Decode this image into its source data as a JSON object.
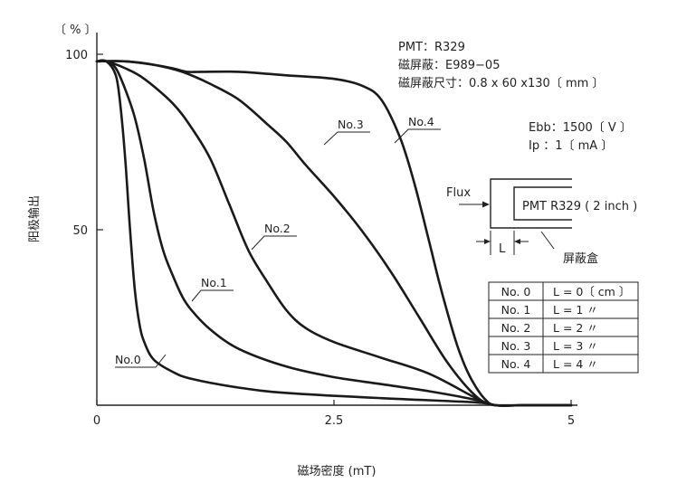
{
  "chart_data": {
    "type": "line",
    "title": "",
    "xlabel": "磁场密度 (mT)",
    "ylabel": "阳极输出",
    "yunit": "〔 % 〕",
    "xlim": [
      0,
      5
    ],
    "ylim": [
      0,
      100
    ],
    "xticks": [
      "0",
      "2.5",
      "5"
    ],
    "yticks": [
      "50",
      "100"
    ],
    "grid": false,
    "series": [
      {
        "name": "No.0",
        "x": [
          0,
          0.1,
          0.2,
          0.25,
          0.3,
          0.35,
          0.4,
          0.45,
          0.5,
          0.6,
          0.8,
          1.0,
          1.5,
          2.0,
          3.0,
          4.0,
          4.2,
          4.5,
          5.0
        ],
        "y": [
          98,
          98,
          94,
          85,
          70,
          50,
          33,
          23,
          18,
          13,
          9.5,
          7.5,
          5,
          3.5,
          2,
          0.8,
          0,
          0,
          0
        ]
      },
      {
        "name": "No.1",
        "x": [
          0,
          0.1,
          0.2,
          0.3,
          0.4,
          0.5,
          0.6,
          0.7,
          0.8,
          0.9,
          1.0,
          1.2,
          1.5,
          2.0,
          2.5,
          3.0,
          3.5,
          4.0,
          4.2,
          4.5,
          5.0
        ],
        "y": [
          98,
          98,
          96,
          90,
          82,
          70,
          55,
          44,
          37,
          31,
          27,
          21.5,
          16,
          11,
          8,
          6,
          4,
          1.5,
          0,
          0,
          0
        ]
      },
      {
        "name": "No.2",
        "x": [
          0,
          0.1,
          0.3,
          0.5,
          0.8,
          1.0,
          1.2,
          1.4,
          1.6,
          1.8,
          2.0,
          2.2,
          2.5,
          3.0,
          3.5,
          4.0,
          4.2,
          4.5,
          5.0
        ],
        "y": [
          98,
          98,
          96,
          93,
          86,
          79,
          70,
          57,
          44,
          35,
          27,
          22,
          18,
          13.5,
          9,
          2,
          0,
          0,
          0
        ]
      },
      {
        "name": "No.3",
        "x": [
          0,
          0.3,
          0.6,
          0.9,
          1.2,
          1.5,
          1.8,
          2.0,
          2.2,
          2.5,
          2.8,
          3.1,
          3.4,
          3.7,
          4.0,
          4.2,
          4.5,
          5.0
        ],
        "y": [
          98,
          98,
          97,
          95,
          91.5,
          87,
          80,
          75,
          68.5,
          59.5,
          49.5,
          38,
          25,
          12,
          2.5,
          0,
          0,
          0
        ]
      },
      {
        "name": "No.4",
        "x": [
          0,
          0.3,
          0.6,
          0.8,
          0.95,
          1.1,
          1.5,
          2.0,
          2.5,
          2.8,
          3.0,
          3.2,
          3.35,
          3.5,
          3.6,
          3.7,
          3.8,
          3.9,
          4.0,
          4.1,
          4.2,
          4.5,
          5.0
        ],
        "y": [
          98,
          98,
          97,
          96,
          95,
          95,
          95,
          94,
          93,
          91,
          87,
          76,
          63,
          47,
          36,
          26,
          17,
          10,
          5,
          1.5,
          0,
          0,
          0
        ]
      }
    ],
    "annotations": {
      "pmt": "PMT：R329",
      "shield": "磁屏蔽：E989−05",
      "shield_size": "磁屏蔽尺寸：0.8 x 60    x130〔 mm 〕",
      "ebb": "Ebb：1500〔 V 〕",
      "ip": "Ip    ：1〔 mA 〕"
    },
    "diagram": {
      "flux": "Flux",
      "pmt_label": "PMT  R329 ( 2 inch )",
      "l_label": "L",
      "box_label": "屏蔽盒"
    },
    "table": {
      "rows": [
        [
          "No. 0",
          "L =  0〔 cm 〕"
        ],
        [
          "No. 1",
          "L =  1     〃"
        ],
        [
          "No. 2",
          "L =  2     〃"
        ],
        [
          "No. 3",
          "L =  3     〃"
        ],
        [
          "No. 4",
          "L =  4     〃"
        ]
      ]
    }
  }
}
